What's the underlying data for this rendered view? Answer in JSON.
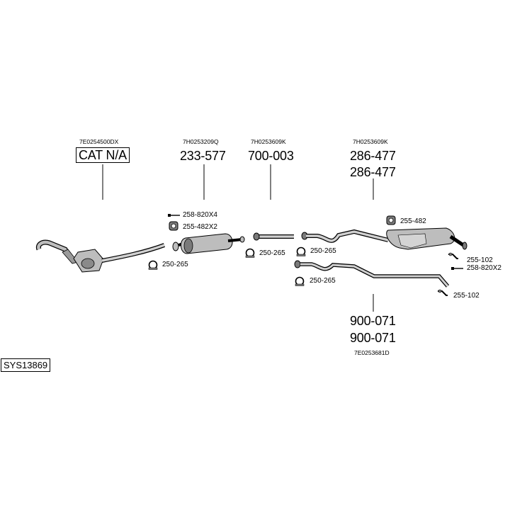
{
  "diagram": {
    "system_code": "SYS13869",
    "groups": [
      {
        "ref": "7E0254500DX",
        "parts": [
          "CAT N/A"
        ]
      },
      {
        "ref": "7H0253209Q",
        "parts": [
          "233-577"
        ]
      },
      {
        "ref": "7H0253609K",
        "parts": [
          "700-003"
        ]
      },
      {
        "ref": "7H0253609K",
        "parts": [
          "286-477",
          "286-477"
        ]
      },
      {
        "ref": "7E0253681D",
        "parts": [
          "900-071",
          "900-071"
        ]
      }
    ],
    "fittings": [
      "250-265",
      "258-820X4",
      "255-482X2",
      "250-265",
      "250-265",
      "255-482",
      "255-102",
      "258-820X2",
      "250-265",
      "255-102"
    ],
    "colors": {
      "line": "#000000",
      "part_fill": "#bdbdbd",
      "part_dark": "#7a7a7a"
    }
  }
}
